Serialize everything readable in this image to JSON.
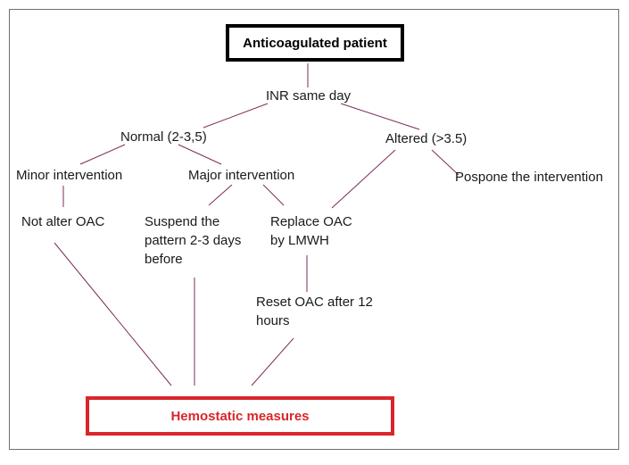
{
  "nodes": {
    "root": "Anticoagulated patient",
    "inr": "INR same day",
    "normal": "Normal (2-3,5)",
    "altered": "Altered (>3.5)",
    "minor": "Minor intervention",
    "major": "Major intervention",
    "postpone": "Pospone the intervention",
    "not_alter": "Not alter OAC",
    "suspend": "Suspend the pattern 2-3 days before",
    "replace": "Replace OAC by LMWH",
    "reset": "Reset OAC after 12 hours",
    "hemostatic": "Hemostatic measures"
  },
  "colors": {
    "connector": "#7b2d5a",
    "root_border": "#000000",
    "hemostatic_border": "#d9262c",
    "hemostatic_text": "#d9262c"
  }
}
